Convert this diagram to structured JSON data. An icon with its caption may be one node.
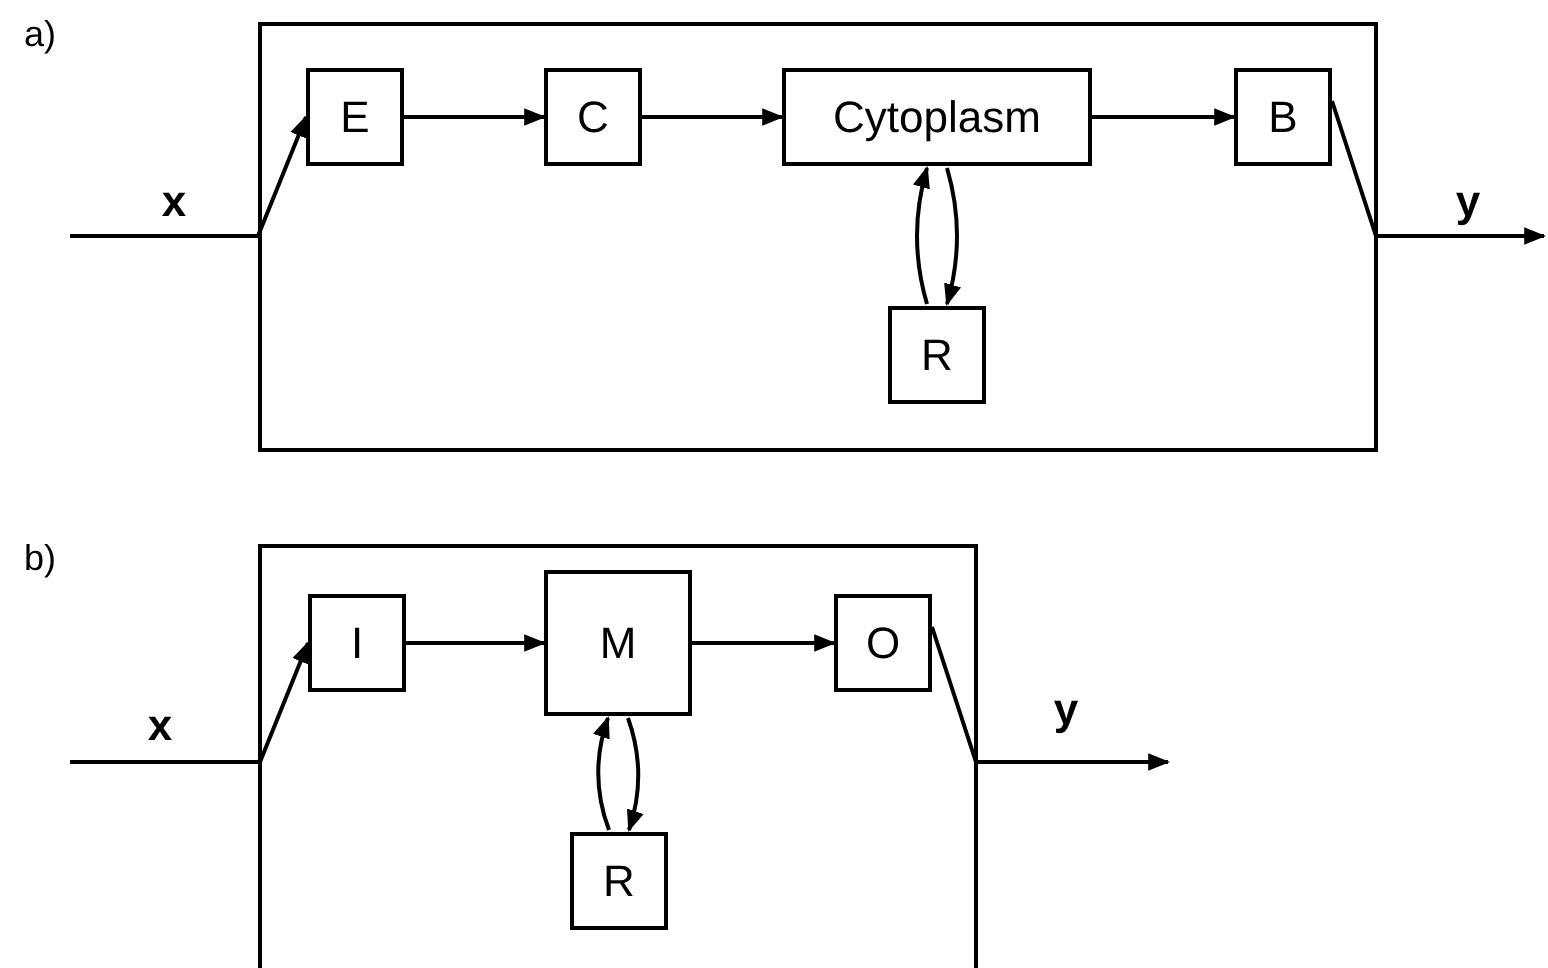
{
  "diagram": {
    "nodes": [
      {
        "text": [],
        "shape": "box"
      },
      {
        "text": [
          "E"
        ],
        "in": 0
      },
      {
        "text": [
          "C"
        ],
        "in": 0
      },
      {
        "text": [
          "Cytoplasm"
        ],
        "in": 0
      },
      {
        "text": [
          "B"
        ],
        "in": 0
      },
      {
        "text": [
          "R"
        ],
        "in": 0
      },
      {
        "text": [],
        "shape": "box"
      },
      {
        "text": [
          "I"
        ],
        "in": 6
      },
      {
        "text": [
          "M"
        ],
        "in": 6
      },
      {
        "text": [
          "O"
        ],
        "in": 6
      },
      {
        "text": [
          "R"
        ],
        "in": 6
      }
    ],
    "edges": [
      {
        "from": null,
        "to": 1,
        "arrow": "to",
        "label": "x"
      },
      {
        "from": 1,
        "to": 2,
        "arrow": "to"
      },
      {
        "from": 2,
        "to": 3,
        "arrow": "to"
      },
      {
        "from": 3,
        "to": 4,
        "arrow": "to"
      },
      {
        "from": 5,
        "to": 3,
        "arrow": "to"
      },
      {
        "from": 3,
        "to": 5,
        "arrow": "to"
      },
      {
        "from": 4,
        "to": null,
        "arrow": "to",
        "label": "y"
      },
      {
        "from": null,
        "to": 7,
        "arrow": "to",
        "label": "x"
      },
      {
        "from": 7,
        "to": 8,
        "arrow": "to"
      },
      {
        "from": 8,
        "to": 9,
        "arrow": "to"
      },
      {
        "from": 10,
        "to": 8,
        "arrow": "to"
      },
      {
        "from": 8,
        "to": 10,
        "arrow": "to"
      },
      {
        "from": 9,
        "to": null,
        "arrow": "to",
        "label": "y"
      }
    ],
    "labels": [
      "a)",
      "b)"
    ]
  }
}
